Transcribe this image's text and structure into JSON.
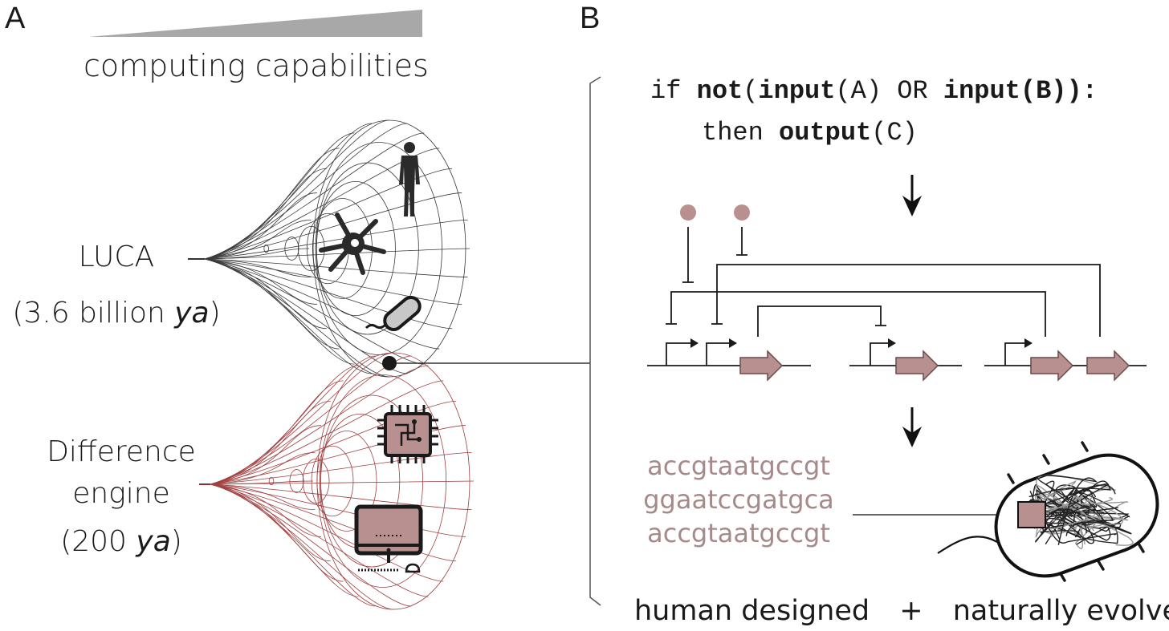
{
  "panel_a": {
    "label": "A",
    "gradient_label": "computing capabilities",
    "luca": {
      "line1": "LUCA",
      "line2_prefix": "(3.6 billion ",
      "line2_italic": "ya",
      "line2_suffix": ")"
    },
    "engine": {
      "line1": "Difference",
      "line2": "engine",
      "line3_prefix": "(200 ",
      "line3_italic": "ya",
      "line3_suffix": ")"
    },
    "icons": [
      "human-icon",
      "neuron-icon",
      "bacterium-icon",
      "microchip-icon",
      "computer-icon"
    ]
  },
  "panel_b": {
    "label": "B",
    "code": {
      "if_kw": "if ",
      "not_kw": "not",
      "open1": "(",
      "input_a_kw": "input",
      "arg_a": "(A) OR ",
      "input_b_kw": "input",
      "arg_b": "(B)):",
      "then_kw": "then ",
      "output_kw": "output",
      "arg_c": "(C)"
    },
    "sequence": [
      "accgtaatgccgt",
      "ggaatccgatgca",
      "accgtaatgccgt"
    ],
    "bottom_left": "human designed",
    "plus": "+",
    "bottom_right": "naturally evolved"
  },
  "colors": {
    "accent_mauve": "#b89090",
    "mesh_dark": "#3a3a3a",
    "mesh_red": "#a04040",
    "sequence_text": "#a68a8a",
    "gradient_gray": "#a8a8a8"
  }
}
